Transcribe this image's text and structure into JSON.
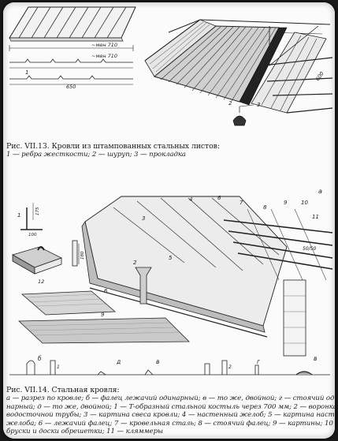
{
  "fig13": {
    "caption_title": "Рис. VII.13. Кровли из штампованных стальных листов:",
    "caption_legend": "1 — ребра жесткости; 2 — шуруп; 3 — прокладка",
    "labels": {
      "dim1": "~мен 710",
      "dim2": "~мен 710",
      "dim3": "650",
      "n1": "1",
      "n2": "2",
      "n3": "3",
      "n600": "600"
    }
  },
  "fig14": {
    "caption_title": "Рис. VII.14. Стальная кровля:",
    "caption_line1": "а — разрез по кровле; б — фалец лежачий одинарный; в — то же, двойной; г — стоячий оди-",
    "caption_line2": "нарный; д — то же, двойной; 1 — Т-образный стальной костыль через 700 мм; 2 — воронка",
    "caption_line3": "водосточной трубы; 3 — картина свеса кровли; 4 — настенный желоб; 5 — картина настенного",
    "caption_line4": "желоба; 6 — лежачий фалец; 7 — кровельная сталь; 8 — стоячий фалец; 9 — картины; 10 —",
    "caption_line5": "бруски и доски обрешетки; 11 — кляммеры",
    "labels": {
      "a": "а",
      "n1": "1",
      "n2": "2",
      "n3": "3",
      "n4": "4",
      "n5": "5",
      "n6": "6",
      "n7": "7",
      "n8": "8",
      "n9": "9",
      "n10": "10",
      "n11": "11",
      "n12": "12",
      "n175": "175",
      "n100": "100",
      "n180": "180",
      "n5050": "50/50",
      "b": "б",
      "v": "в",
      "g": "г",
      "d": "д",
      "s1": "1",
      "s2": "2"
    }
  }
}
